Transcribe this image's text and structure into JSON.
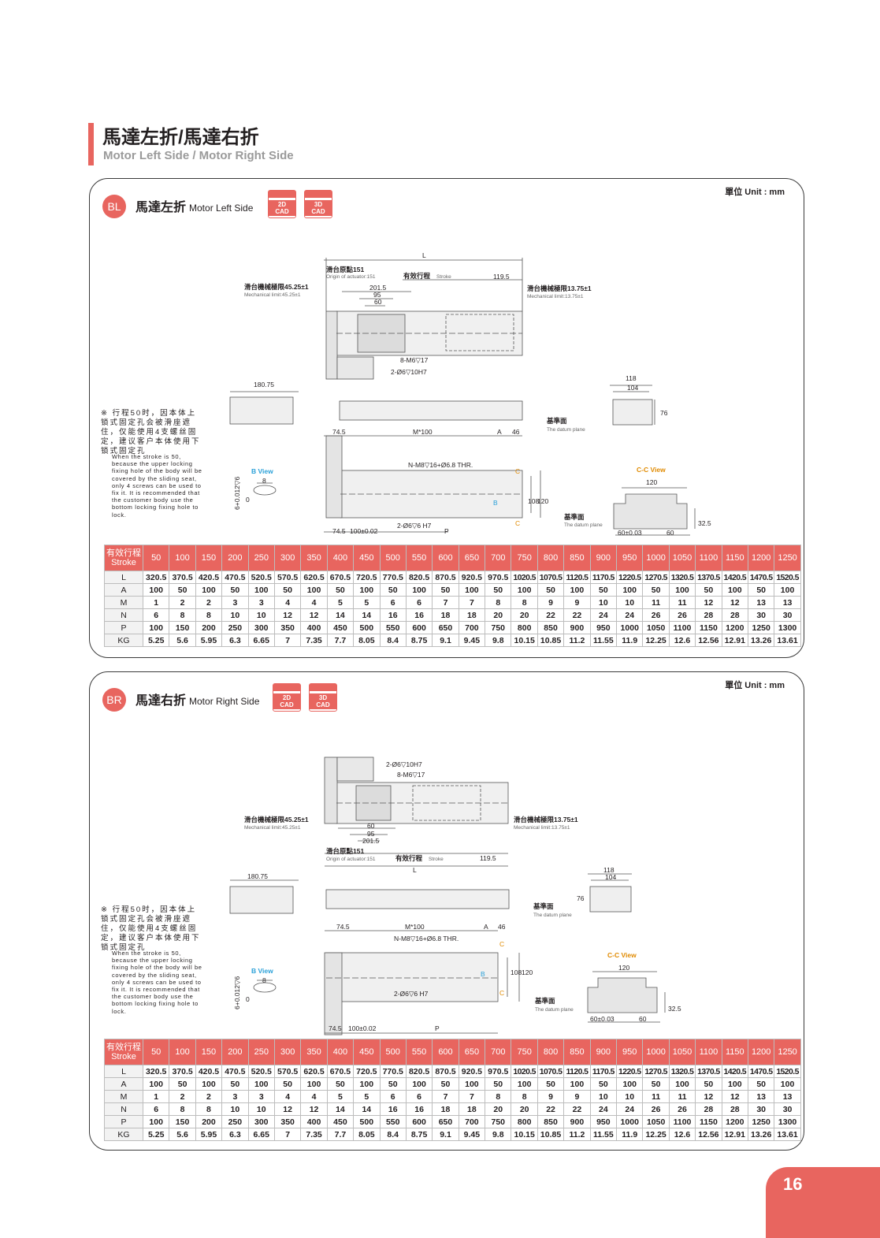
{
  "header": {
    "title": "馬達左折/馬達右折",
    "subtitle": "Motor Left Side / Motor Right Side"
  },
  "unit_label": "單位 Unit : mm",
  "cad_buttons": {
    "cad2d": "2D\nCAD",
    "cad2d_a": "2D",
    "cad3d_a": "3D",
    "cad_b": "CAD"
  },
  "sections": {
    "bl": {
      "badge": "BL",
      "title_zh": "馬達左折",
      "title_en": "Motor Left Side"
    },
    "br": {
      "badge": "BR",
      "title_zh": "馬達右折",
      "title_en": "Motor Right Side"
    }
  },
  "note": {
    "zh": "※ 行程50时，因本体上锁式固定孔会被滑座遮住，仅能使用4支螺丝固定，建议客户本体使用下锁式固定孔",
    "en": "When the stroke is 50, because the upper locking fixing hole of the body will be covered by the sliding seat, only 4 screws can be used to fix it. It is recommended that the customer body use the bottom locking fixing hole to lock."
  },
  "drawing": {
    "L": "L",
    "origin_zh": "滑台原點151",
    "origin_en": "Origin of actuator:151",
    "stroke_zh": "有效行程",
    "stroke_en": "Stroke",
    "d119_5": "119.5",
    "mech_left_zh": "滑台機械極限45.25±1",
    "mech_left_en": "Mechanical limit:45.25±1",
    "mech_right_zh": "滑台機械極限13.75±1",
    "mech_right_en": "Mechanical limit:13.75±1",
    "d201_5": "201.5",
    "d95": "95",
    "d60": "60",
    "m6": "8-M6▽17",
    "pin6": "2-Ø6▽10H7",
    "d180_75": "180.75",
    "d118": "118",
    "d104": "104",
    "d76": "76",
    "datum_zh": "基準面",
    "datum_en": "The datum plane",
    "d74_5": "74.5",
    "m100": "M*100",
    "A": "A",
    "d46": "46",
    "m8": "N-M8▽16+Ø6.8 THR.",
    "C": "C",
    "B": "B",
    "d108": "108",
    "d120": "120",
    "d100": "100±0.02",
    "pin6h7": "2-Ø6▽6 H7",
    "P": "P",
    "bview": "B View",
    "d8": "8",
    "tol": "6+0.012▽6",
    "tol0": "0",
    "ccview": "C-C View",
    "d32_5": "32.5",
    "d60tol": "60±0.03",
    "d60b": "60"
  },
  "table": {
    "header_label": "有效行程\nStroke",
    "header_label_zh": "有效行程",
    "header_label_en": "Stroke",
    "strokes": [
      "50",
      "100",
      "150",
      "200",
      "250",
      "300",
      "350",
      "400",
      "450",
      "500",
      "550",
      "600",
      "650",
      "700",
      "750",
      "800",
      "850",
      "900",
      "950",
      "1000",
      "1050",
      "1100",
      "1150",
      "1200",
      "1250"
    ],
    "rows": [
      {
        "label": "L",
        "values": [
          "320.5",
          "370.5",
          "420.5",
          "470.5",
          "520.5",
          "570.5",
          "620.5",
          "670.5",
          "720.5",
          "770.5",
          "820.5",
          "870.5",
          "920.5",
          "970.5",
          "1020.5",
          "1070.5",
          "1120.5",
          "1170.5",
          "1220.5",
          "1270.5",
          "1320.5",
          "1370.5",
          "1420.5",
          "1470.5",
          "1520.5"
        ]
      },
      {
        "label": "A",
        "values": [
          "100",
          "50",
          "100",
          "50",
          "100",
          "50",
          "100",
          "50",
          "100",
          "50",
          "100",
          "50",
          "100",
          "50",
          "100",
          "50",
          "100",
          "50",
          "100",
          "50",
          "100",
          "50",
          "100",
          "50",
          "100"
        ]
      },
      {
        "label": "M",
        "values": [
          "1",
          "2",
          "2",
          "3",
          "3",
          "4",
          "4",
          "5",
          "5",
          "6",
          "6",
          "7",
          "7",
          "8",
          "8",
          "9",
          "9",
          "10",
          "10",
          "11",
          "11",
          "12",
          "12",
          "13",
          "13"
        ]
      },
      {
        "label": "N",
        "values": [
          "6",
          "8",
          "8",
          "10",
          "10",
          "12",
          "12",
          "14",
          "14",
          "16",
          "16",
          "18",
          "18",
          "20",
          "20",
          "22",
          "22",
          "24",
          "24",
          "26",
          "26",
          "28",
          "28",
          "30",
          "30"
        ]
      },
      {
        "label": "P",
        "values": [
          "100",
          "150",
          "200",
          "250",
          "300",
          "350",
          "400",
          "450",
          "500",
          "550",
          "600",
          "650",
          "700",
          "750",
          "800",
          "850",
          "900",
          "950",
          "1000",
          "1050",
          "1100",
          "1150",
          "1200",
          "1250",
          "1300"
        ]
      },
      {
        "label": "KG",
        "values": [
          "5.25",
          "5.6",
          "5.95",
          "6.3",
          "6.65",
          "7",
          "7.35",
          "7.7",
          "8.05",
          "8.4",
          "8.75",
          "9.1",
          "9.45",
          "9.8",
          "10.15",
          "10.85",
          "11.2",
          "11.55",
          "11.9",
          "12.25",
          "12.6",
          "12.56",
          "12.91",
          "13.26",
          "13.61"
        ]
      }
    ]
  },
  "page_number": "16"
}
